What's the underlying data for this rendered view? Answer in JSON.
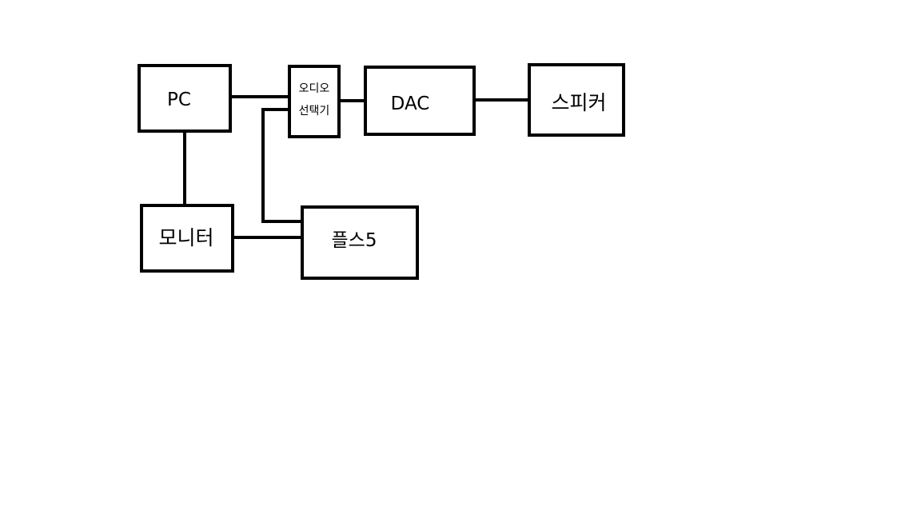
{
  "diagram": {
    "nodes": {
      "pc": "PC",
      "audio_selector": [
        "오디오",
        "선택기"
      ],
      "dac": "DAC",
      "speaker": "스피커",
      "monitor": "모니터",
      "ps5": "플스5"
    },
    "edges": [
      {
        "from": "PC",
        "to": "오디오 선택기"
      },
      {
        "from": "오디오 선택기",
        "to": "DAC"
      },
      {
        "from": "DAC",
        "to": "스피커"
      },
      {
        "from": "PC",
        "to": "모니터"
      },
      {
        "from": "모니터",
        "to": "플스5"
      },
      {
        "from": "플스5",
        "to": "오디오 선택기"
      }
    ],
    "colors": {
      "stroke": "#000000",
      "background": "#ffffff"
    }
  }
}
